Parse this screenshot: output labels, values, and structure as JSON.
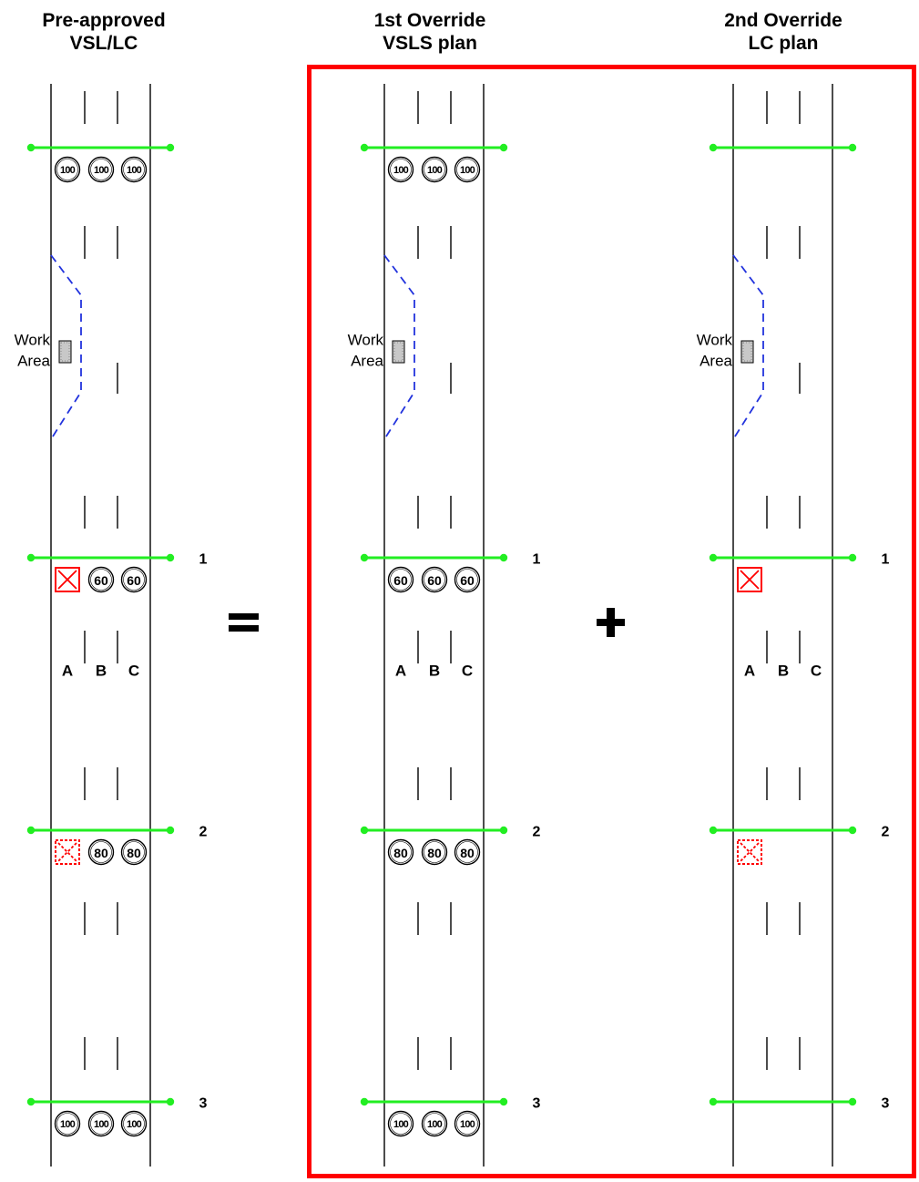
{
  "titles": {
    "pre": [
      "Pre-approved",
      "VSL/LC"
    ],
    "vsls": [
      "1st Override",
      "VSLS plan"
    ],
    "lc": [
      "2nd Override",
      "LC plan"
    ]
  },
  "operators": {
    "equals": "=",
    "plus": "+"
  },
  "work_area_label": [
    "Work",
    "Area"
  ],
  "lane_labels": [
    "A",
    "B",
    "C"
  ],
  "gantry_numbers": [
    "1",
    "2",
    "3"
  ],
  "colors": {
    "gantry": "#22ee22",
    "highlight_frame": "#ff0000",
    "taper": "#2233dd",
    "lane_closed": "#ff0000",
    "lines": "#000000"
  },
  "panels": [
    {
      "id": "pre-approved",
      "gantries": [
        {
          "number": "",
          "signs": [
            {
              "type": "speed",
              "value": "100"
            },
            {
              "type": "speed",
              "value": "100"
            },
            {
              "type": "speed",
              "value": "100"
            }
          ]
        },
        {
          "number": "1",
          "signs": [
            {
              "type": "closed"
            },
            {
              "type": "speed",
              "value": "60"
            },
            {
              "type": "speed",
              "value": "60"
            }
          ]
        },
        {
          "number": "2",
          "signs": [
            {
              "type": "closed-dashed"
            },
            {
              "type": "speed",
              "value": "80"
            },
            {
              "type": "speed",
              "value": "80"
            }
          ]
        },
        {
          "number": "3",
          "signs": [
            {
              "type": "speed",
              "value": "100"
            },
            {
              "type": "speed",
              "value": "100"
            },
            {
              "type": "speed",
              "value": "100"
            }
          ]
        }
      ]
    },
    {
      "id": "vsls-plan",
      "gantries": [
        {
          "number": "",
          "signs": [
            {
              "type": "speed",
              "value": "100"
            },
            {
              "type": "speed",
              "value": "100"
            },
            {
              "type": "speed",
              "value": "100"
            }
          ]
        },
        {
          "number": "1",
          "signs": [
            {
              "type": "speed",
              "value": "60"
            },
            {
              "type": "speed",
              "value": "60"
            },
            {
              "type": "speed",
              "value": "60"
            }
          ]
        },
        {
          "number": "2",
          "signs": [
            {
              "type": "speed",
              "value": "80"
            },
            {
              "type": "speed",
              "value": "80"
            },
            {
              "type": "speed",
              "value": "80"
            }
          ]
        },
        {
          "number": "3",
          "signs": [
            {
              "type": "speed",
              "value": "100"
            },
            {
              "type": "speed",
              "value": "100"
            },
            {
              "type": "speed",
              "value": "100"
            }
          ]
        }
      ]
    },
    {
      "id": "lc-plan",
      "gantries": [
        {
          "number": "",
          "signs": []
        },
        {
          "number": "1",
          "signs": [
            {
              "type": "closed"
            }
          ]
        },
        {
          "number": "2",
          "signs": [
            {
              "type": "closed-dashed"
            }
          ]
        },
        {
          "number": "3",
          "signs": []
        }
      ]
    }
  ]
}
